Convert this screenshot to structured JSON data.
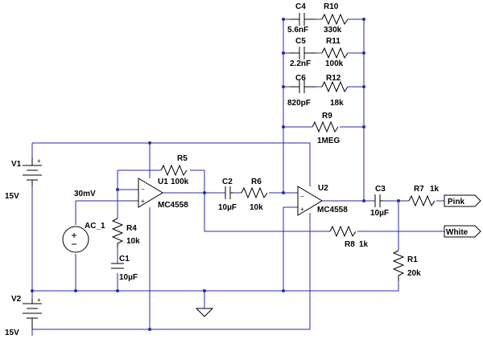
{
  "labels": {
    "c4": "C4",
    "c4_val": "5.6nF",
    "r10": "R10",
    "r10_val": "330k",
    "c5": "C5",
    "c5_val": "2.2nF",
    "r11": "R11",
    "r11_val": "100k",
    "c6": "C6",
    "c6_val": "820pF",
    "r12": "R12",
    "r12_val": "18k",
    "r9": "R9",
    "r9_val": "1MEG",
    "v1": "V1",
    "v1_val": "15V",
    "v2": "V2",
    "v2_val": "15V",
    "r5": "R5",
    "u1": "U1",
    "r5_val": "100k",
    "u1_part": "MC4558",
    "src_amp": "30mV",
    "ac1": "AC_1",
    "r4": "R4",
    "r4_val": "10k",
    "c1": "C1",
    "c1_val": "10µF",
    "c2": "C2",
    "c2_val": "10µF",
    "r6": "R6",
    "r6_val": "10k",
    "u2": "U2",
    "u2_part": "MC4558",
    "c3": "C3",
    "c3_val": "10µF",
    "r7": "R7",
    "r7_val": "1k",
    "r8": "R8",
    "r8_val": "1k",
    "r1": "R1",
    "r1_val": "20k",
    "out_pink": "Pink",
    "out_white": "White"
  }
}
